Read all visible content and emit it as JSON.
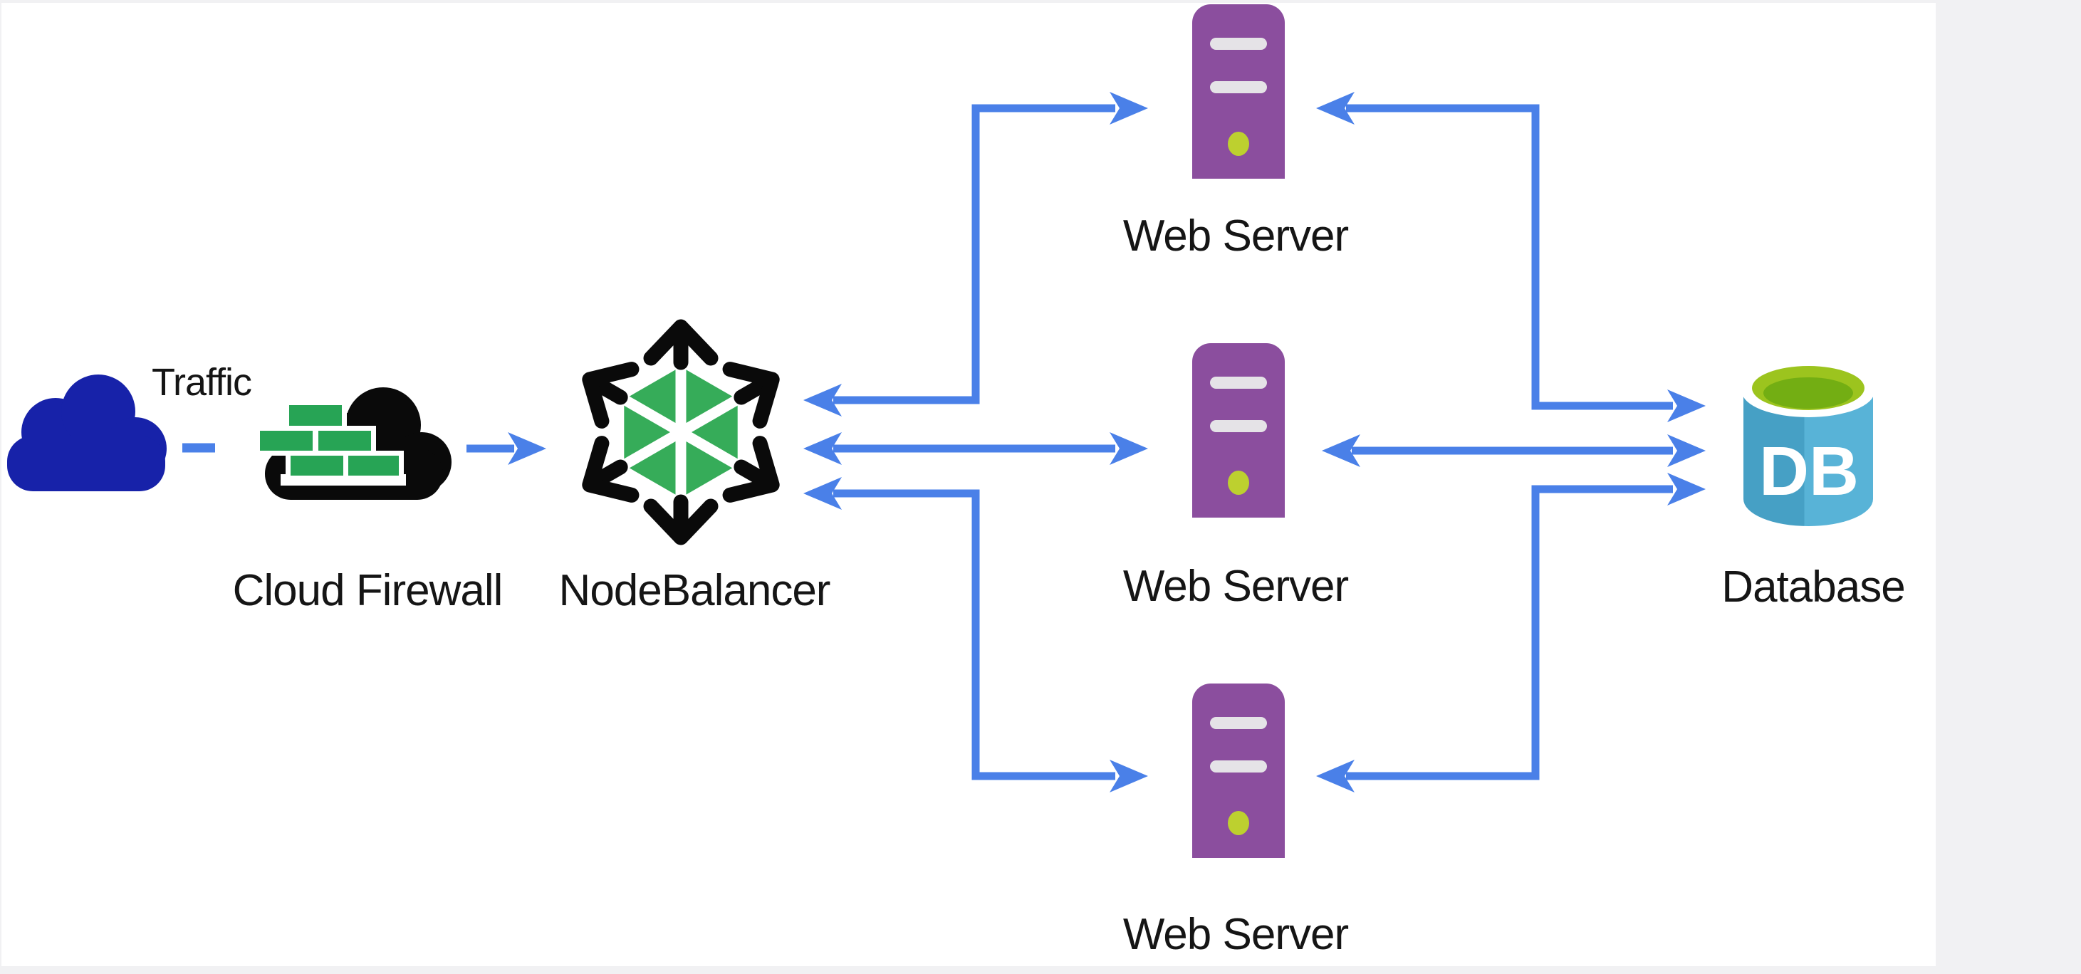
{
  "diagram": {
    "labels": {
      "traffic": "Traffic",
      "firewall": "Cloud Firewall",
      "nodebalancer": "NodeBalancer",
      "web_server_top": "Web Server",
      "web_server_middle": "Web Server",
      "web_server_bottom": "Web Server",
      "database": "Database",
      "database_badge": "DB"
    },
    "icons": [
      {
        "name": "traffic-cloud-icon",
        "shape": "cloud",
        "color": "#1722a9"
      },
      {
        "name": "cloud-firewall-icon",
        "shape": "cloud-with-bricks",
        "colors": {
          "cloud": "#0a0a0a",
          "brick": "#27a455",
          "grout": "#ffffff"
        }
      },
      {
        "name": "nodebalancer-icon",
        "shape": "hexagon-with-six-arrows",
        "colors": {
          "arrows": "#0a0a0a",
          "hexagon": "#36ac59",
          "spokes": "#ffffff"
        }
      },
      {
        "name": "web-server-icon",
        "shape": "server-tower",
        "colors": {
          "tower": "#8b4e9e",
          "slots": "#e5e3e7",
          "led": "#bdd02f"
        }
      },
      {
        "name": "database-icon",
        "shape": "cylinder",
        "colors": {
          "body_left": "#46a0c5",
          "body_right": "#58b3d7",
          "top_outer": "#9cc41e",
          "top_inner": "#73ae13",
          "badge_text": "#ffffff"
        }
      }
    ],
    "connections": [
      {
        "from": "traffic",
        "to": "firewall",
        "style": "dashed",
        "arrows": "none"
      },
      {
        "from": "firewall",
        "to": "nodebalancer",
        "style": "solid",
        "arrows": "forward"
      },
      {
        "from": "nodebalancer",
        "to": "web_server_top",
        "style": "elbow",
        "arrows": "both"
      },
      {
        "from": "nodebalancer",
        "to": "web_server_middle",
        "style": "straight",
        "arrows": "both"
      },
      {
        "from": "nodebalancer",
        "to": "web_server_bottom",
        "style": "elbow",
        "arrows": "both"
      },
      {
        "from": "web_server_top",
        "to": "database",
        "style": "elbow",
        "arrows": "both"
      },
      {
        "from": "web_server_middle",
        "to": "database",
        "style": "straight",
        "arrows": "both"
      },
      {
        "from": "web_server_bottom",
        "to": "database",
        "style": "elbow",
        "arrows": "both"
      }
    ],
    "colors": {
      "connector_blue": "#4a80e8",
      "background": "#f1f1f3",
      "canvas": "#ffffff",
      "label_text": "#151515"
    }
  }
}
